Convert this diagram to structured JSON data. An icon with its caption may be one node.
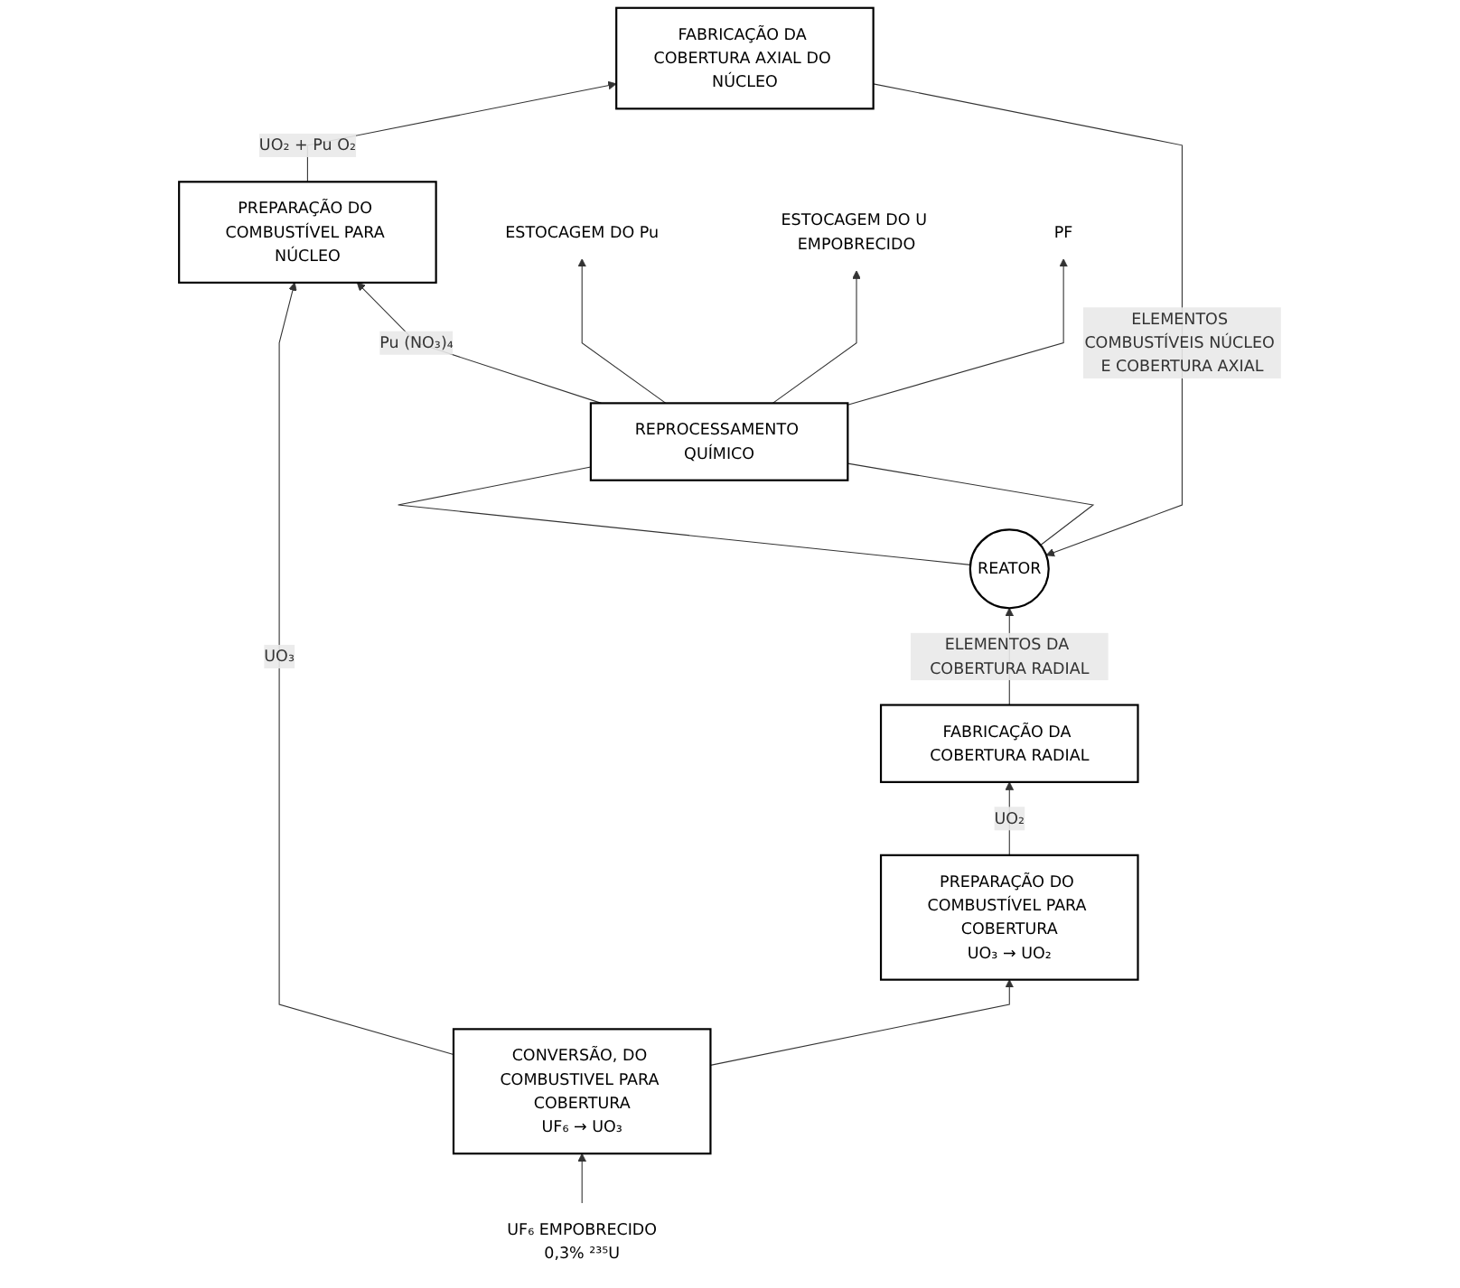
{
  "diagram": {
    "nodes": [
      {
        "text": [
          "FABRICAÇÃO DA COBERTURA RADIAL"
        ]
      },
      {
        "text": [
          "FABRICAÇÃO DA COBERTURA AXIAL DO NÚCLEO"
        ]
      },
      {
        "text": [
          "REATOR"
        ]
      },
      {
        "text": [
          "PREPARAÇÃO DO COMBUSTÍVEL PARA COBERTURA",
          "UO₃ → UO₂"
        ]
      },
      {
        "text": [
          "PREPARAÇÃO DO COMBUSTÍVEL PARA NÚCLEO"
        ]
      },
      {
        "text": [
          "REPROCESSAMENTO QUÍMICO"
        ]
      },
      {
        "text": [
          "CONVERSÃO, DO COMBUSTIVEL PARA COBERTURA",
          "UF₆ → UO₃"
        ]
      },
      {
        "text": [
          "ESTOCAGEM DO Pu"
        ]
      },
      {
        "text": [
          "ESTOCAGEM DO U EMPOBRECIDO"
        ]
      },
      {
        "text": [
          "PF"
        ]
      },
      {
        "text": [
          "UF₆ EMPOBRECIDO",
          "0,3% ²³⁵U"
        ]
      }
    ],
    "edges": [
      {
        "from": 0,
        "to": 2,
        "arrow": "to",
        "label": "ELEMENTOS DA COBERTURA RADIAL"
      },
      {
        "from": 1,
        "to": 2,
        "arrow": "to",
        "label": "ELEMENTOS COMBUSTÍVEIS NÚCLEO E COBERTURA AXIAL"
      },
      {
        "from": 3,
        "to": 0,
        "arrow": "to",
        "label": "UO₂"
      },
      {
        "from": 4,
        "to": 1,
        "arrow": "to",
        "label": "UO₂ + Pu O₂"
      },
      {
        "from": 2,
        "to": 5,
        "arrow": "none"
      },
      {
        "from": 2,
        "to": 5,
        "arrow": "none"
      },
      {
        "from": 5,
        "to": 9,
        "arrow": "to"
      },
      {
        "from": 6,
        "to": 3,
        "arrow": "to"
      },
      {
        "from": 6,
        "to": 4,
        "arrow": "to",
        "label": "UO₃"
      },
      {
        "from": 5,
        "to": 4,
        "arrow": "to",
        "label": "Pu (NO₃)₄"
      },
      {
        "from": 5,
        "to": 7,
        "arrow": "to"
      },
      {
        "from": 5,
        "to": 8,
        "arrow": "to"
      },
      {
        "from": 10,
        "to": 6,
        "arrow": "to"
      }
    ]
  }
}
